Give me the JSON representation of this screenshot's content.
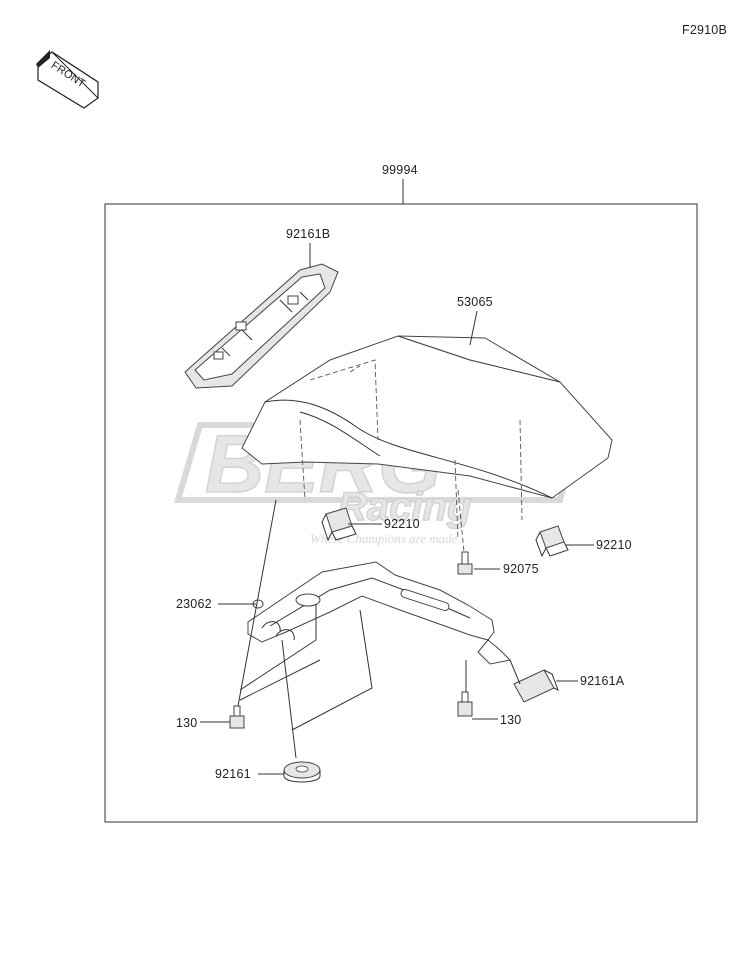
{
  "figure_code": "F2910B",
  "front_label": "FRONT",
  "assembly_label": "99994",
  "parts": {
    "seat_cover_pad": "92161B",
    "seat_cover": "53065",
    "nut_left": "92210",
    "nut_right": "92210",
    "screw": "92075",
    "bracket": "23062",
    "damper_small": "92161A",
    "bolt_left": "130",
    "bolt_right": "130",
    "damper_round": "92161"
  },
  "watermark": {
    "main": "BERG",
    "sub": "Racing",
    "tagline": "Where Champions are made"
  },
  "colors": {
    "line": "#333333",
    "shade": "#e6e6e6",
    "watermark": "#d8d8d8"
  }
}
